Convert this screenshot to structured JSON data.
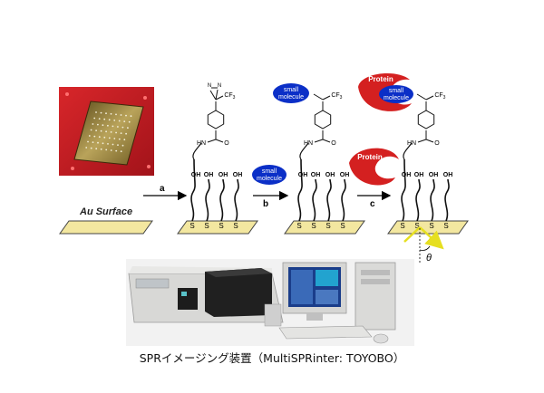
{
  "labels": {
    "surface": "Au Surface",
    "step_a": "a",
    "step_b": "b",
    "step_c": "c",
    "small_molecule_line1": "small",
    "small_molecule_line2": "molecule",
    "protein": "Protein",
    "oh": "OH",
    "s": "S",
    "cf3": "CF",
    "cf3_sub": "3",
    "n": "N",
    "hn": "HN",
    "o": "O",
    "theta": "θ"
  },
  "caption": "SPRイメージング装置（MultiSPRinter: TOYOBO）",
  "colors": {
    "gold": "#f3e7a0",
    "molecule_blue": "#0b2fc7",
    "protein_red": "#d42020",
    "beam": "#e6df20"
  }
}
